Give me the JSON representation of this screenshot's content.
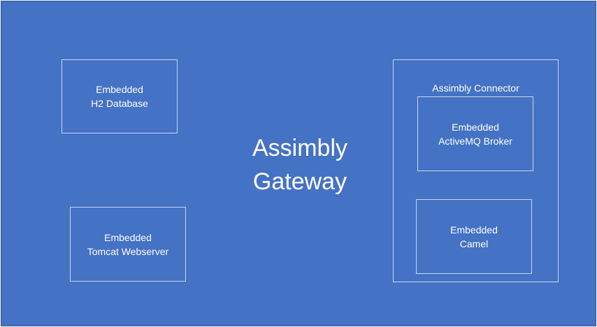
{
  "title": {
    "line1": "Assimbly",
    "line2": "Gateway"
  },
  "components": {
    "h2": {
      "line1": "Embedded",
      "line2": "H2 Database"
    },
    "tomcat": {
      "line1": "Embedded",
      "line2": "Tomcat Webserver"
    },
    "connector": {
      "label": "Assimbly Connector"
    },
    "activemq": {
      "line1": "Embedded",
      "line2": "ActiveMQ Broker"
    },
    "camel": {
      "line1": "Embedded",
      "line2": "Camel"
    }
  },
  "colors": {
    "background": "#4472C4",
    "border": "#c9d6ee",
    "text": "#ffffff"
  }
}
